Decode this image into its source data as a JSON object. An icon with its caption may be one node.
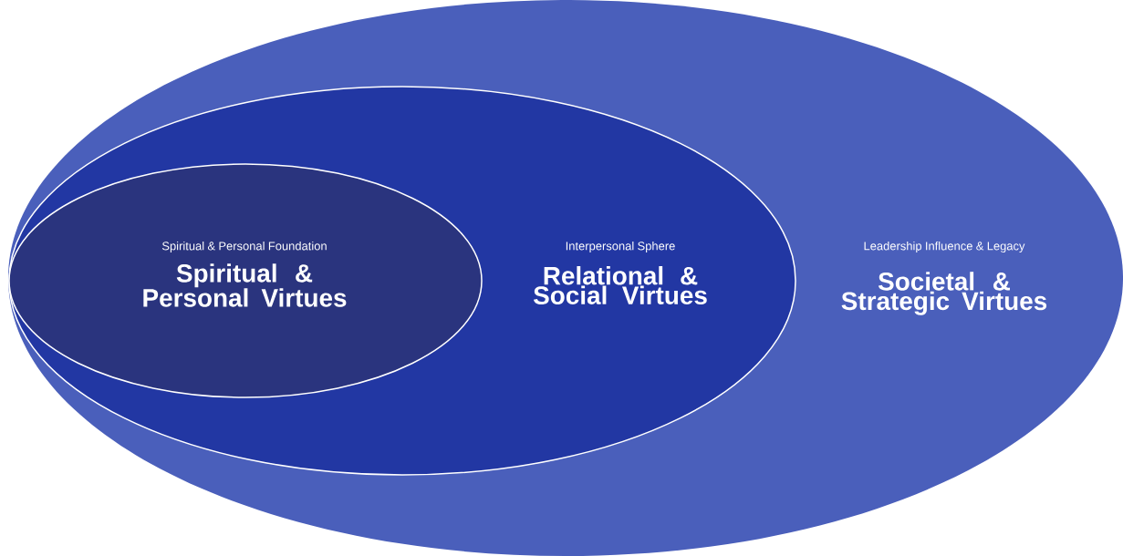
{
  "diagram": {
    "nodes": [
      {
        "text": [
          "Leadership Influence & Legacy",
          "Societal & Strategic Virtues"
        ]
      },
      {
        "text": [
          "Interpersonal Sphere",
          "Relational & Social Virtues"
        ],
        "in": 0
      },
      {
        "text": [
          "Spiritual & Personal Foundation",
          "Spiritual & Personal Virtues"
        ],
        "in": 1
      }
    ]
  }
}
